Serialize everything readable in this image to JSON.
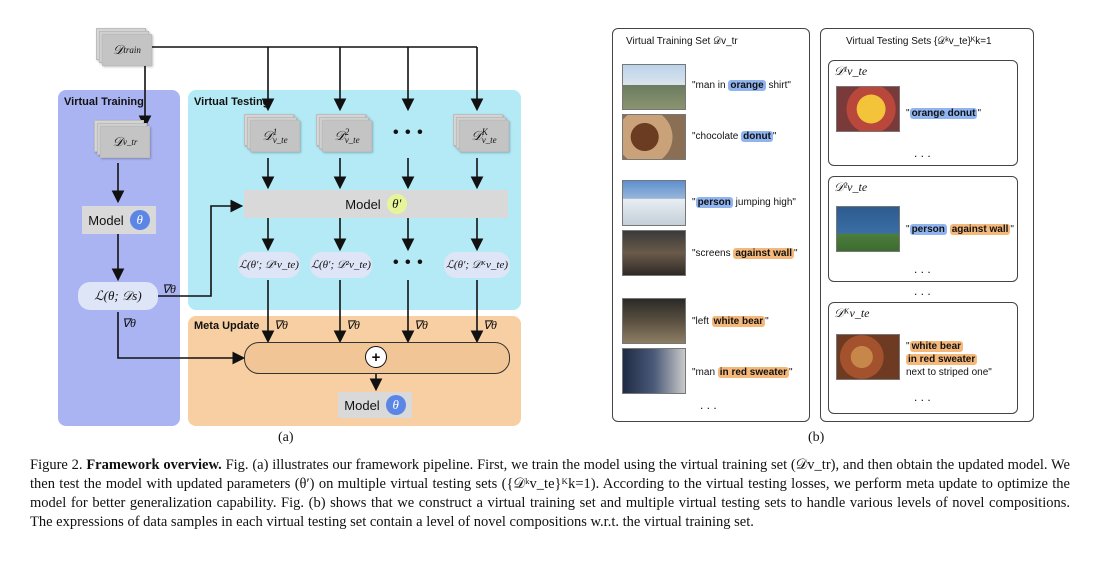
{
  "left": {
    "d_train": "𝒟",
    "d_train_sub": "train",
    "virtual_training_title": "Virtual Training",
    "virtual_testing_title": "Virtual Testing",
    "meta_update_title": "Meta Update",
    "d_vtr": "𝒟",
    "d_vtr_sub": "v_tr",
    "model_label": "Model",
    "theta": "θ",
    "theta_prime": "θ′",
    "loss_s": "ℒ(θ; 𝒟s)",
    "test_sets": [
      {
        "d": "𝒟",
        "sup": "1",
        "sub": "v_te"
      },
      {
        "d": "𝒟",
        "sup": "2",
        "sub": "v_te"
      },
      {
        "d": "𝒟",
        "sup": "K",
        "sub": "v_te"
      }
    ],
    "losses": [
      "ℒ(θ′; 𝒟¹v_te)",
      "ℒ(θ′; 𝒟²v_te)",
      "ℒ(θ′; 𝒟ᴷv_te)"
    ],
    "dots": "• • •",
    "grad": "∇θ",
    "plus": "+",
    "panel_label": "(a)"
  },
  "right": {
    "train_title": "Virtual Training Set 𝒟v_tr",
    "test_title": "Virtual Testing Sets {𝒟ᵏv_te}ᴷk=1",
    "train_items": [
      {
        "pre": "\"man in ",
        "hl": "orange",
        "hl_color": "blue",
        "post": " shirt\""
      },
      {
        "pre": "\"chocolate ",
        "hl": "donut",
        "hl_color": "blue",
        "post": "\""
      },
      {
        "pre": "\"",
        "hl": "person",
        "hl_color": "blue",
        "post": " jumping high\""
      },
      {
        "pre": "\"screens ",
        "hl": "against wall",
        "hl_color": "orange",
        "post": "\""
      },
      {
        "pre": "\"left ",
        "hl": "white bear",
        "hl_color": "orange",
        "post": "\""
      },
      {
        "pre": "\"man ",
        "hl": "in red sweater",
        "hl_color": "orange",
        "post": "\""
      }
    ],
    "train_dots": ". . .",
    "test_sets": [
      {
        "label": "𝒟¹v_te",
        "expr_hl1": "orange donut",
        "dots": ". . ."
      },
      {
        "label": "𝒟²v_te",
        "expr_hl1": "person",
        "expr_hl2": "against wall",
        "dots": ". . ."
      },
      {
        "label": "𝒟ᴷv_te",
        "expr_hl1": "white bear",
        "expr_hl2": "in red sweater",
        "expr_tail": "next to striped one\"",
        "dots": ". . ."
      }
    ],
    "between_dots": ". . .",
    "panel_label": "(b)"
  },
  "caption": {
    "fig": "Figure 2.",
    "bold": "Framework overview.",
    "text": " Fig. (a) illustrates our framework pipeline. First, we train the model using the virtual training set (𝒟v_tr), and then obtain the updated model. We then test the model with updated parameters (θ′) on multiple virtual testing sets ({𝒟ᵏv_te}ᴷk=1). According to the virtual testing losses, we perform meta update to optimize the model for better generalization capability. Fig. (b) shows that we construct a virtual training set and multiple virtual testing sets to handle various levels of novel compositions. The expressions of data samples in each virtual testing set contain a level of novel compositions w.r.t. the virtual training set."
  },
  "colors": {
    "training_bg": "#aab4f2",
    "testing_bg": "#b3eaf5",
    "meta_bg": "#f7cfa3",
    "theta_badge": "#5b86e5",
    "theta_prime_badge": "#e6f59a",
    "pill_bg": "#dde5f7"
  }
}
